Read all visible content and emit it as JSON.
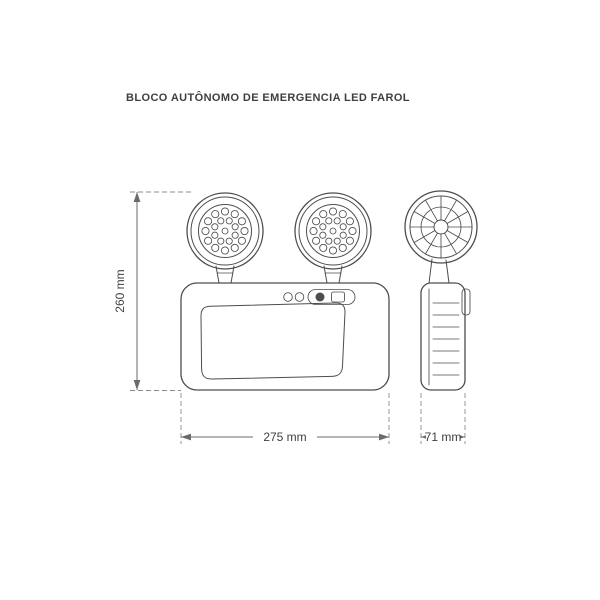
{
  "title": "BLOCO AUTÔNOMO DE EMERGENCIA LED FAROL",
  "dimensions": {
    "height_label": "260 mm",
    "width_label": "275 mm",
    "depth_label": "71 mm"
  },
  "colors": {
    "background": "#ffffff",
    "drawing_line": "#4d4d4d",
    "dimension_line": "#6b6b6b",
    "text": "#3f3f3f"
  }
}
